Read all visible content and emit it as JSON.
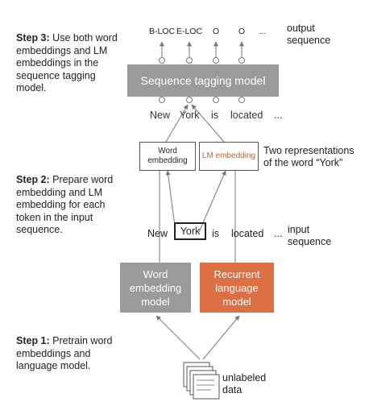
{
  "steps": {
    "step3": {
      "label": "Step 3:",
      "text": "Use both word embeddings and LM embeddings in the sequence tagging model."
    },
    "step2": {
      "label": "Step 2:",
      "text": "Prepare word embedding and LM embedding for each token in the input sequence."
    },
    "step1": {
      "label": "Step 1:",
      "text": "Pretrain word embeddings and language model."
    }
  },
  "output": {
    "tags": [
      "B-LOC",
      "E-LOC",
      "O",
      "O",
      "..."
    ],
    "label": "output sequence"
  },
  "tagging_model": {
    "label": "Sequence tagging model"
  },
  "sequence_words": [
    "New",
    "York",
    "is",
    "located",
    "..."
  ],
  "embeddings": {
    "word": "Word embedding",
    "lm": "LM embedding",
    "note": "Two representations of the word “York”"
  },
  "input": {
    "words": [
      "New",
      "York",
      "is",
      "located",
      "..."
    ],
    "label": "input sequence"
  },
  "models": {
    "word_embedding": "Word embedding model",
    "language_model": "Recurrent language model"
  },
  "data": {
    "label": "unlabeled data"
  },
  "colors": {
    "gray_box": "#9a9a9a",
    "orange_box": "#dc7044"
  }
}
